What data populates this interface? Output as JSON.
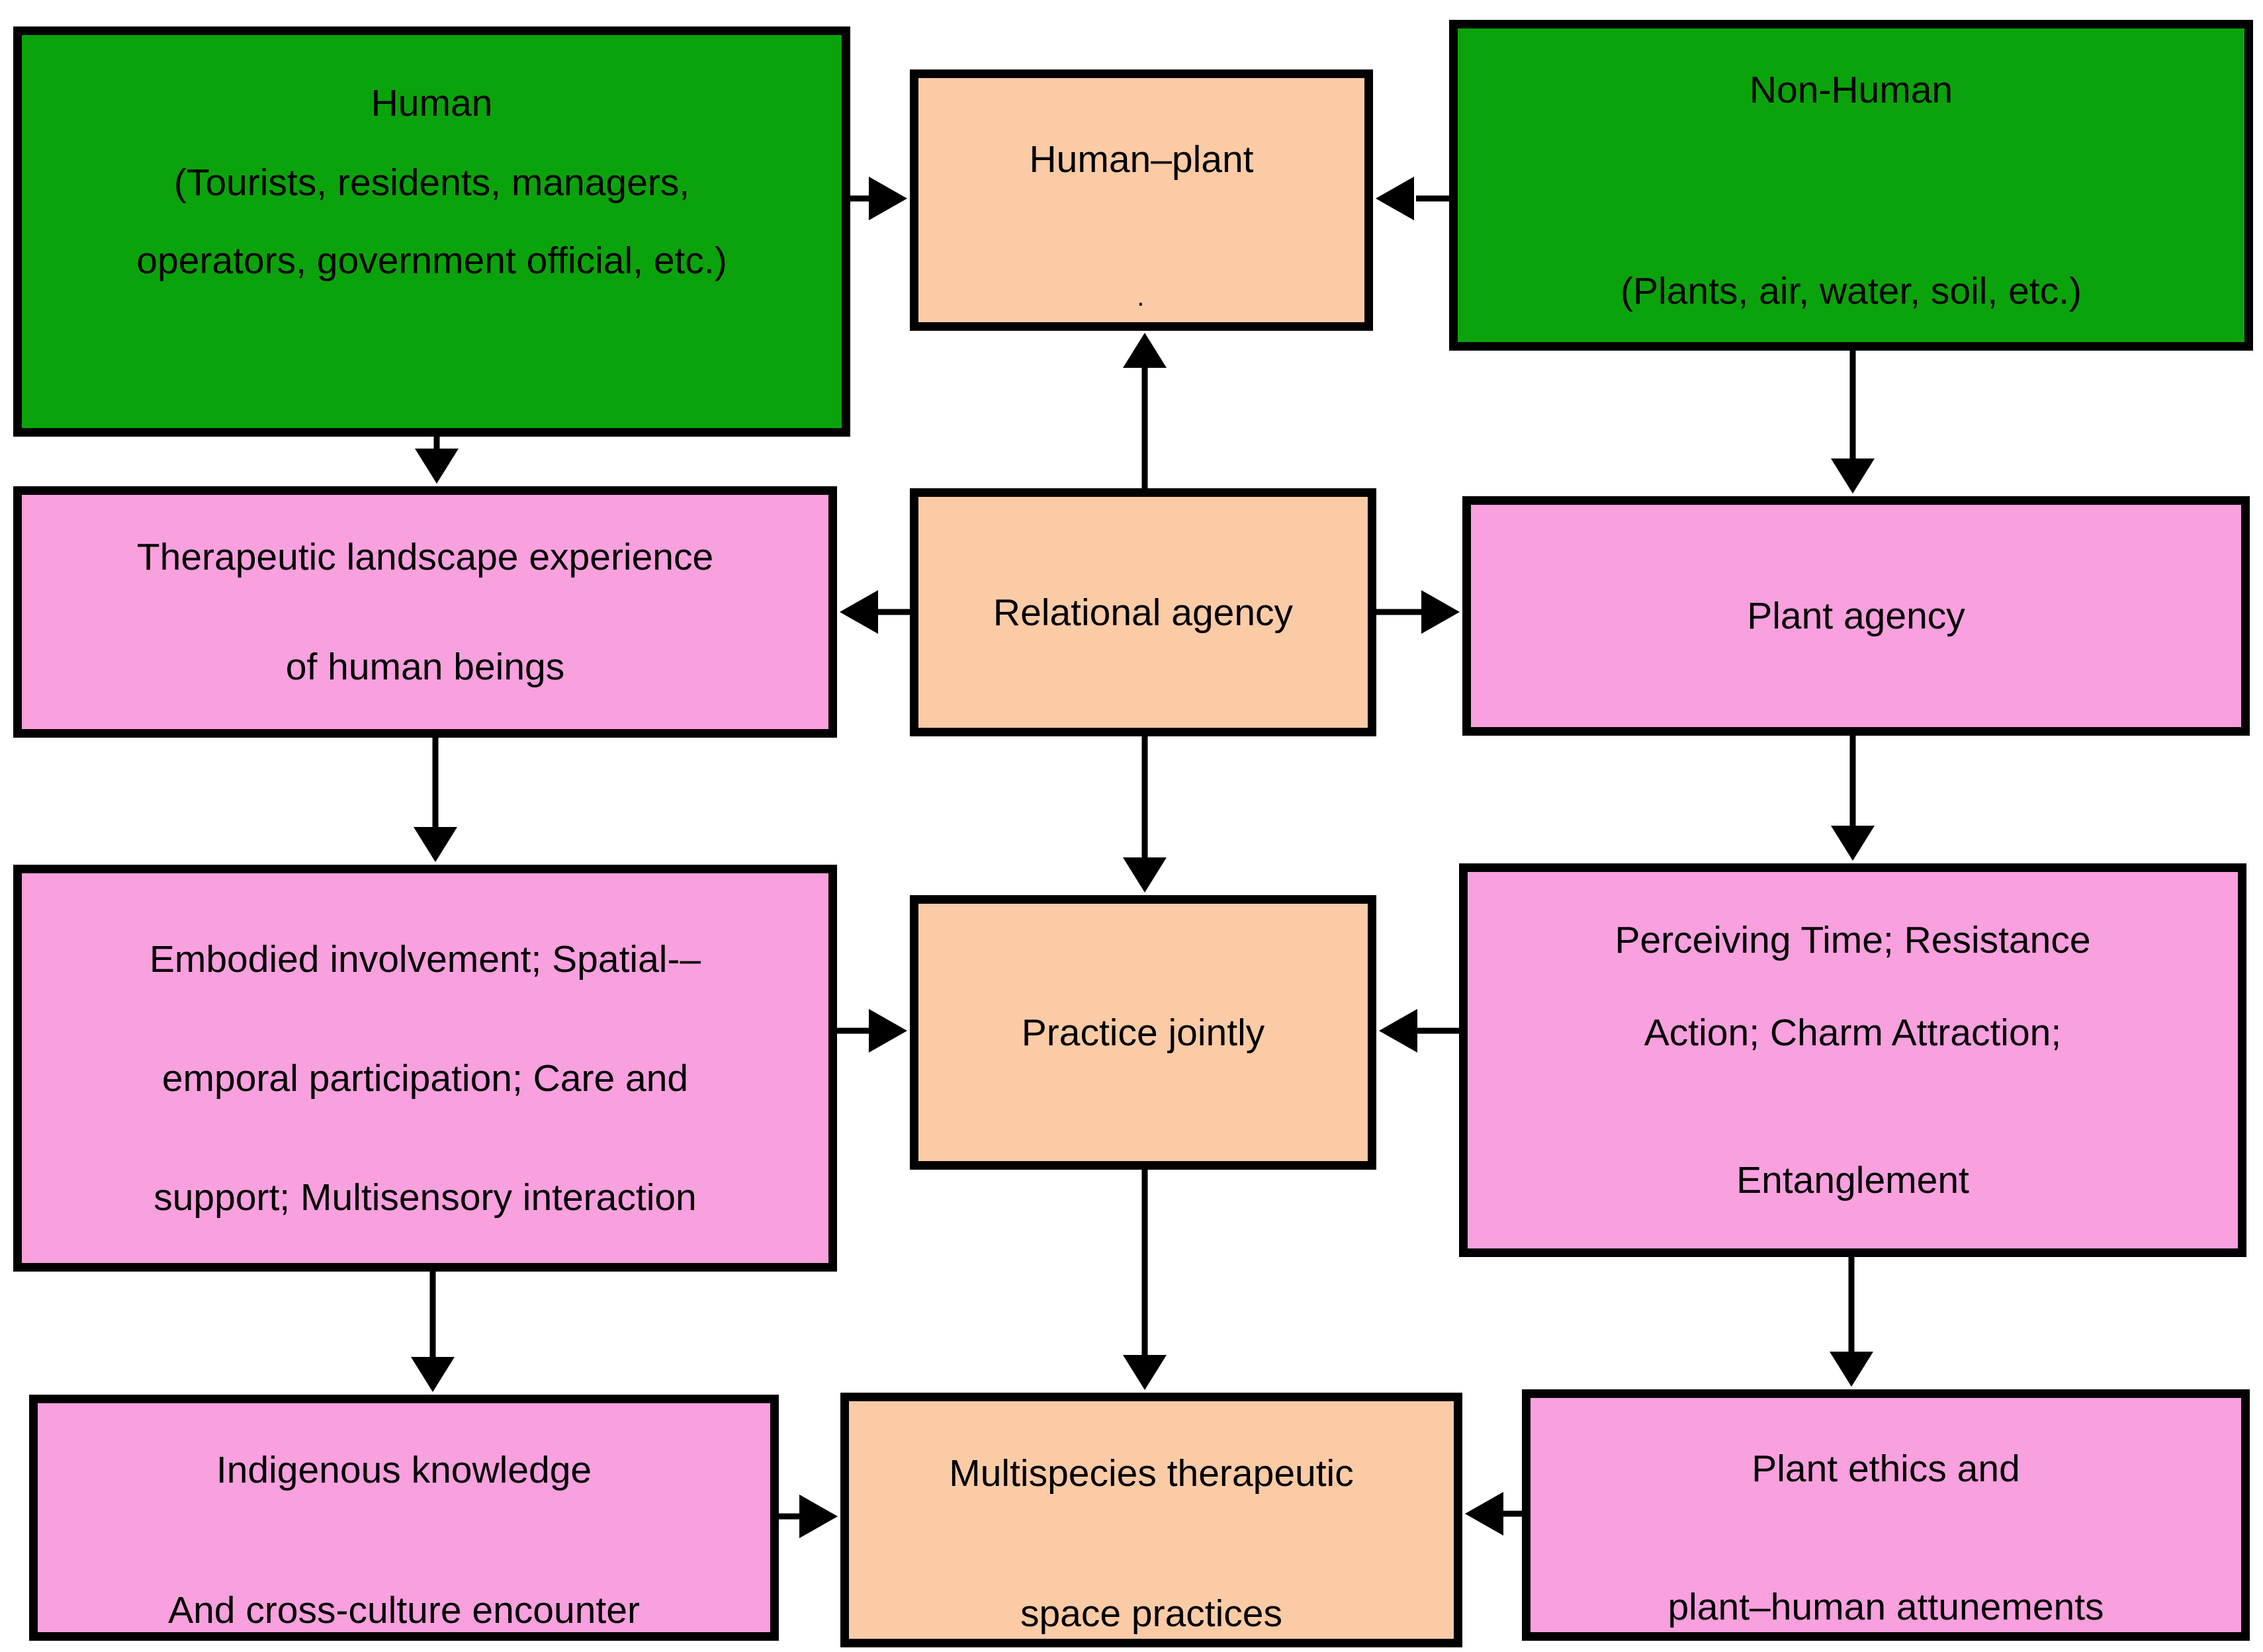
{
  "colors": {
    "box_green": "#0BA30B",
    "box_pink": "#F9A0DF",
    "box_peach": "#FBCBA6",
    "border": "#000000",
    "arrow": "#000000"
  },
  "boxes": {
    "human": {
      "title": "Human",
      "line1": "(Tourists, residents, managers,",
      "line2": "operators, government official, etc.)"
    },
    "human_plant": {
      "title": "Human–plant",
      "stray_mark": "."
    },
    "non_human": {
      "title": "Non-Human",
      "subtitle": "(Plants, air, water, soil, etc.)"
    },
    "therapeutic": {
      "line1": "Therapeutic landscape experience",
      "line2": "of human beings"
    },
    "relational": {
      "title": "Relational agency"
    },
    "plant_agency": {
      "title": "Plant agency"
    },
    "embodied": {
      "line1": "Embodied involvement; Spatial-–",
      "line2": "emporal participation; Care and",
      "line3": "support; Multisensory interaction"
    },
    "practice": {
      "title": "Practice jointly"
    },
    "perceiving": {
      "line1": "Perceiving Time; Resistance",
      "line2": "Action; Charm Attraction;",
      "line3": "Entanglement"
    },
    "indigenous": {
      "line1": "Indigenous knowledge",
      "line2": "And cross-culture encounter"
    },
    "multispecies": {
      "line1": "Multispecies therapeutic",
      "line2": "space practices"
    },
    "plant_ethics": {
      "line1": "Plant ethics and",
      "line2": "plant–human attunements"
    }
  }
}
